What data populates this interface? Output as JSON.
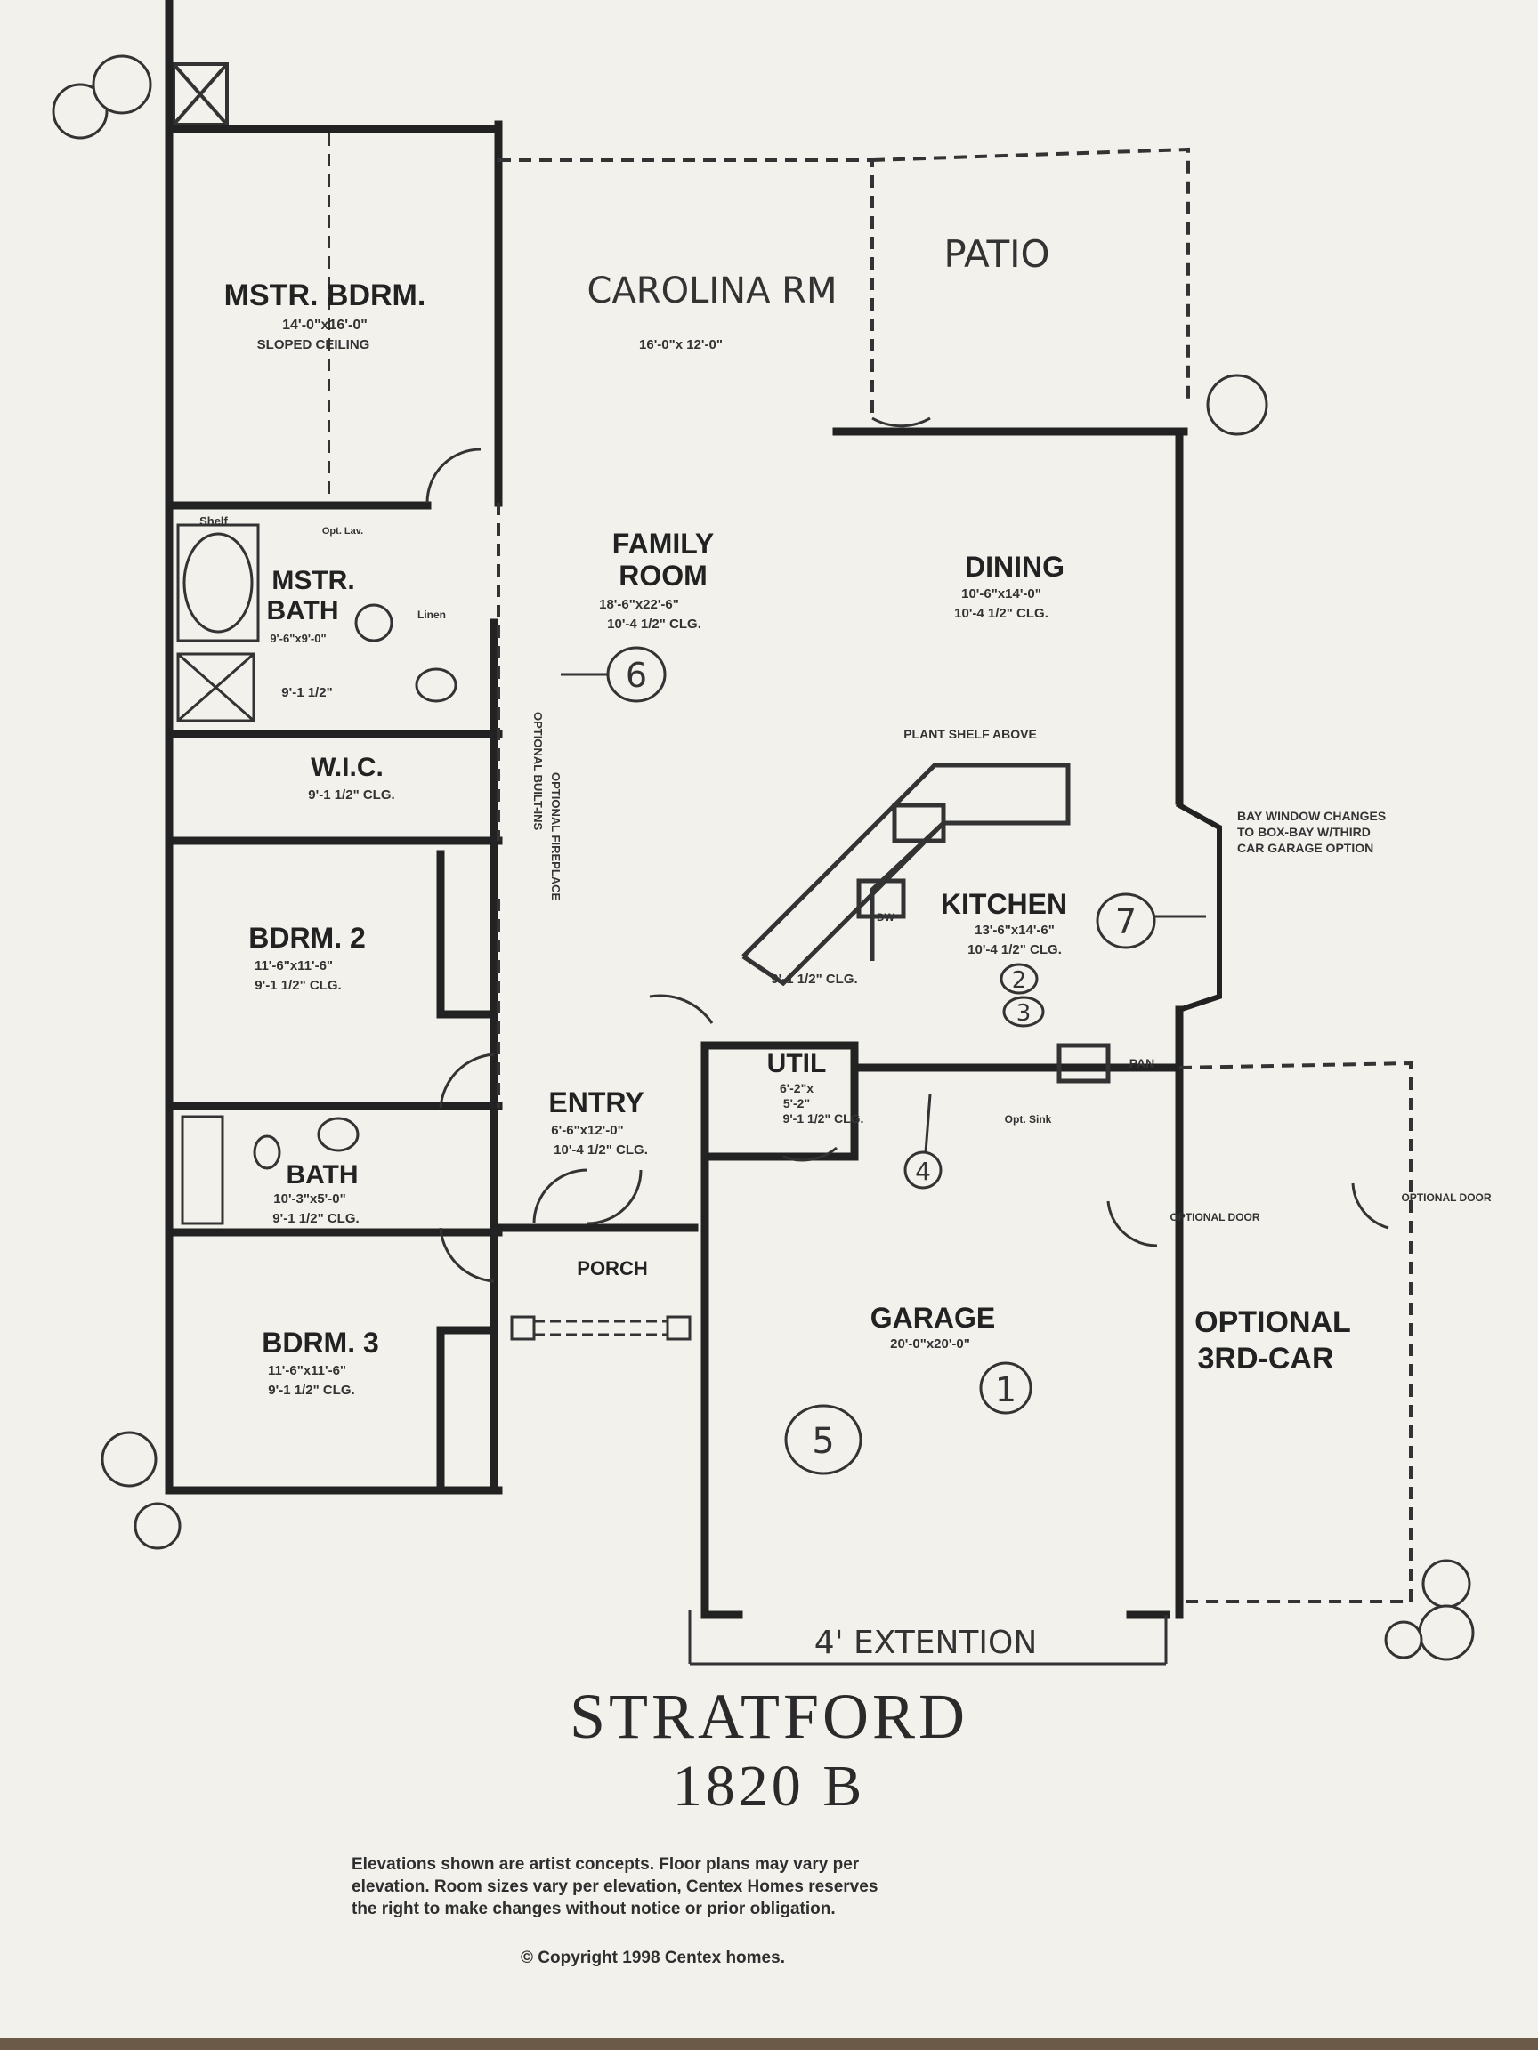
{
  "rooms": {
    "master_bedroom": {
      "name": "MSTR. BDRM.",
      "size": "14'-0\"x16'-0\"",
      "note": "SLOPED CEILING"
    },
    "carolina_room": {
      "name": "CAROLINA RM",
      "size": "16'-0\"x 12'-0\""
    },
    "patio": {
      "name": "PATIO"
    },
    "family_room": {
      "name_line1": "FAMILY",
      "name_line2": "ROOM",
      "size": "18'-6\"x22'-6\"",
      "ceiling": "10'-4 1/2\" CLG."
    },
    "dining": {
      "name": "DINING",
      "size": "10'-6\"x14'-0\"",
      "ceiling": "10'-4 1/2\" CLG."
    },
    "master_bath": {
      "name_line1": "MSTR.",
      "name_line2": "BATH",
      "size": "9'-6\"x9'-0\"",
      "ceiling": "9'-1 1/2\"",
      "shelf": "Shelf",
      "lav": "Opt. Lav.",
      "linen": "Linen"
    },
    "wic": {
      "name": "W.I.C.",
      "ceiling": "9'-1 1/2\" CLG."
    },
    "kitchen": {
      "name": "KITCHEN",
      "size": "13'-6\"x14'-6\"",
      "ceiling": "10'-4 1/2\" CLG.",
      "plant_shelf": "PLANT SHELF ABOVE",
      "pan": "PAN",
      "dw": "DW"
    },
    "bedroom2": {
      "name": "BDRM. 2",
      "size": "11'-6\"x11'-6\"",
      "ceiling": "9'-1 1/2\" CLG."
    },
    "util": {
      "name": "UTIL",
      "size": "6'-2\"x",
      "size2": "5'-2\"",
      "ceiling": "9'-1 1/2\" CLG.",
      "hall_ceiling": "9'-1 1/2\" CLG."
    },
    "entry": {
      "name": "ENTRY",
      "size": "6'-6\"x12'-0\"",
      "ceiling": "10'-4 1/2\" CLG."
    },
    "bath": {
      "name": "BATH",
      "size": "10'-3\"x5'-0\"",
      "ceiling": "9'-1 1/2\" CLG."
    },
    "porch": {
      "name": "PORCH"
    },
    "garage": {
      "name": "GARAGE",
      "size": "20'-0\"x20'-0\"",
      "opt_sink": "Opt. Sink",
      "opt_door": "OPTIONAL DOOR"
    },
    "bedroom3": {
      "name": "BDRM. 3",
      "size": "11'-6\"x11'-6\"",
      "ceiling": "9'-1 1/2\" CLG."
    },
    "third_car": {
      "name_line1": "OPTIONAL",
      "name_line2": "3RD-CAR",
      "opt_door": "OPTIONAL DOOR"
    }
  },
  "notes": {
    "bay_window": [
      "BAY WINDOW CHANGES",
      "TO BOX-BAY W/THIRD",
      "CAR GARAGE OPTION"
    ],
    "optional_built_ins": "OPTIONAL BUILT-INS",
    "optional_fireplace": "OPTIONAL FIREPLACE",
    "extension": "4' EXTENTION"
  },
  "annotations": [
    "6",
    "7",
    "2",
    "3",
    "4",
    "1",
    "5"
  ],
  "title": "STRATFORD",
  "model": "1820 B",
  "disclaimer": [
    "Elevations shown are artist concepts. Floor plans may vary per",
    "elevation. Room sizes vary per elevation, Centex Homes reserves",
    "the right to make changes without notice or prior obligation."
  ],
  "copyright": "© Copyright 1998 Centex homes."
}
